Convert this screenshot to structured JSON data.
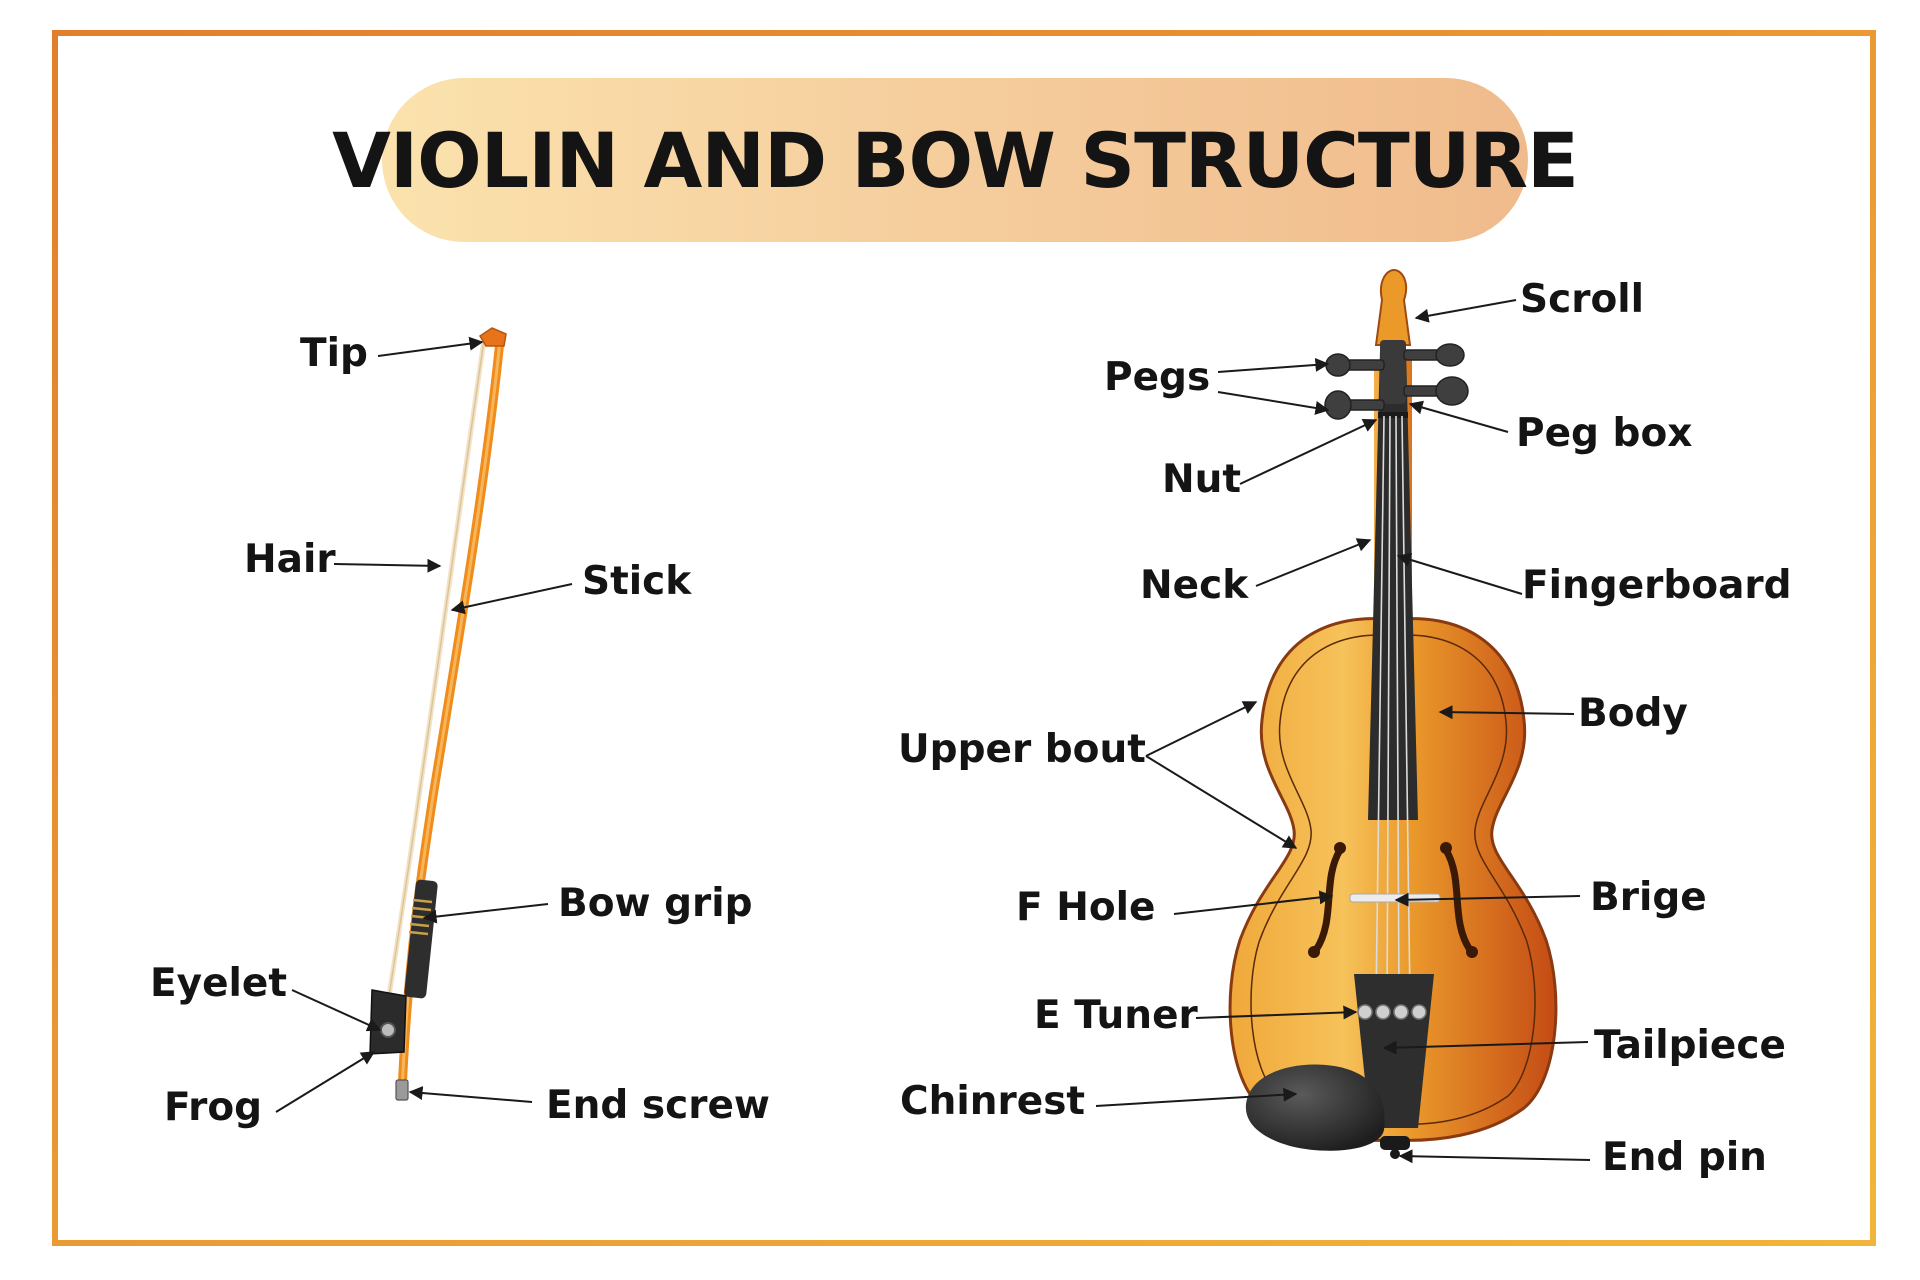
{
  "title": "VIOLIN AND BOW STRUCTURE",
  "colors": {
    "frame": "#e89232",
    "banner_left": "#fbe2ad",
    "banner_right": "#f0bb8c",
    "violin_wood": "#e89a2a",
    "violin_dark": "#c9541a",
    "bow_stick": "#ef8c1c",
    "fingerboard": "#2c2c2c",
    "leader_line": "#1a1a1a"
  },
  "bow_labels": {
    "tip": "Tip",
    "hair": "Hair",
    "stick": "Stick",
    "bow_grip": "Bow grip",
    "eyelet": "Eyelet",
    "frog": "Frog",
    "end_screw": "End screw"
  },
  "violin_labels": {
    "scroll": "Scroll",
    "pegs": "Pegs",
    "peg_box": "Peg box",
    "nut": "Nut",
    "neck": "Neck",
    "fingerboard": "Fingerboard",
    "body": "Body",
    "upper_bout": "Upper bout",
    "f_hole": "F Hole",
    "bridge": "Brige",
    "e_tuner": "E Tuner",
    "tailpiece": "Tailpiece",
    "chinrest": "Chinrest",
    "end_pin": "End pin"
  }
}
